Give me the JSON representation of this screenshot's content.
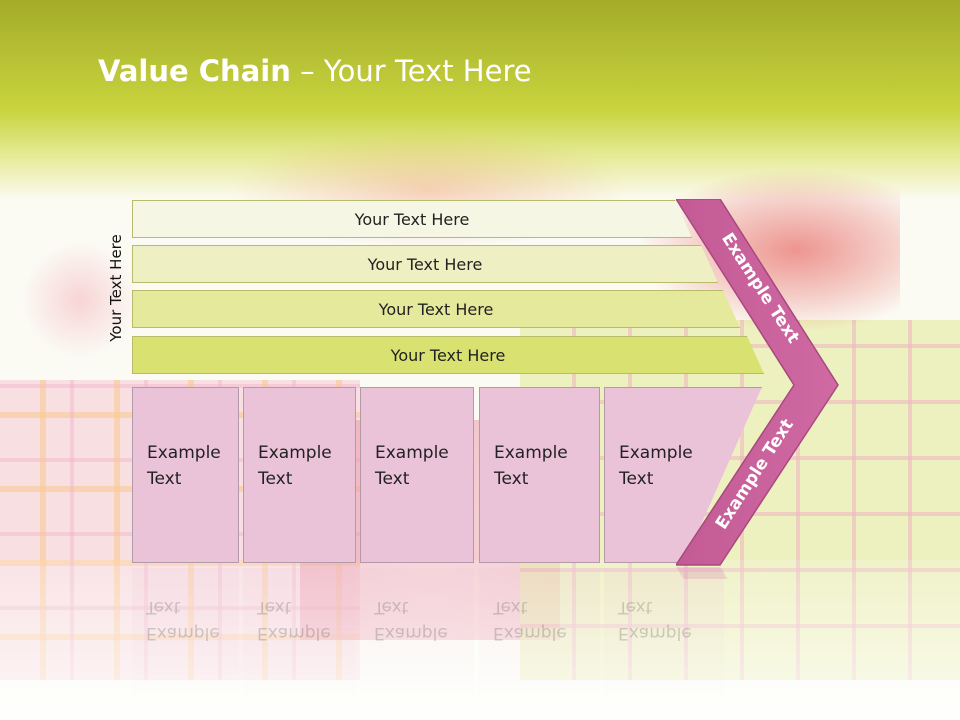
{
  "title": {
    "bold": "Value Chain",
    "rest": " – Your Text Here"
  },
  "side_label": "Your Text Here",
  "rows": [
    {
      "label": "Your Text Here"
    },
    {
      "label": "Your Text Here"
    },
    {
      "label": "Your Text Here"
    },
    {
      "label": "Your Text Here"
    }
  ],
  "boxes": [
    {
      "line1": "Example",
      "line2": "Text"
    },
    {
      "line1": "Example",
      "line2": "Text"
    },
    {
      "line1": "Example",
      "line2": "Text"
    },
    {
      "line1": "Example",
      "line2": "Text"
    },
    {
      "line1": "Example",
      "line2": "Text"
    }
  ],
  "arrow": {
    "upper_text": "Example Text",
    "lower_text": "Example Text"
  },
  "colors": {
    "header": "#c9d43e",
    "box": "#ebc3d9",
    "arrow": "#c9609a",
    "row_dark": "#d9e170"
  }
}
